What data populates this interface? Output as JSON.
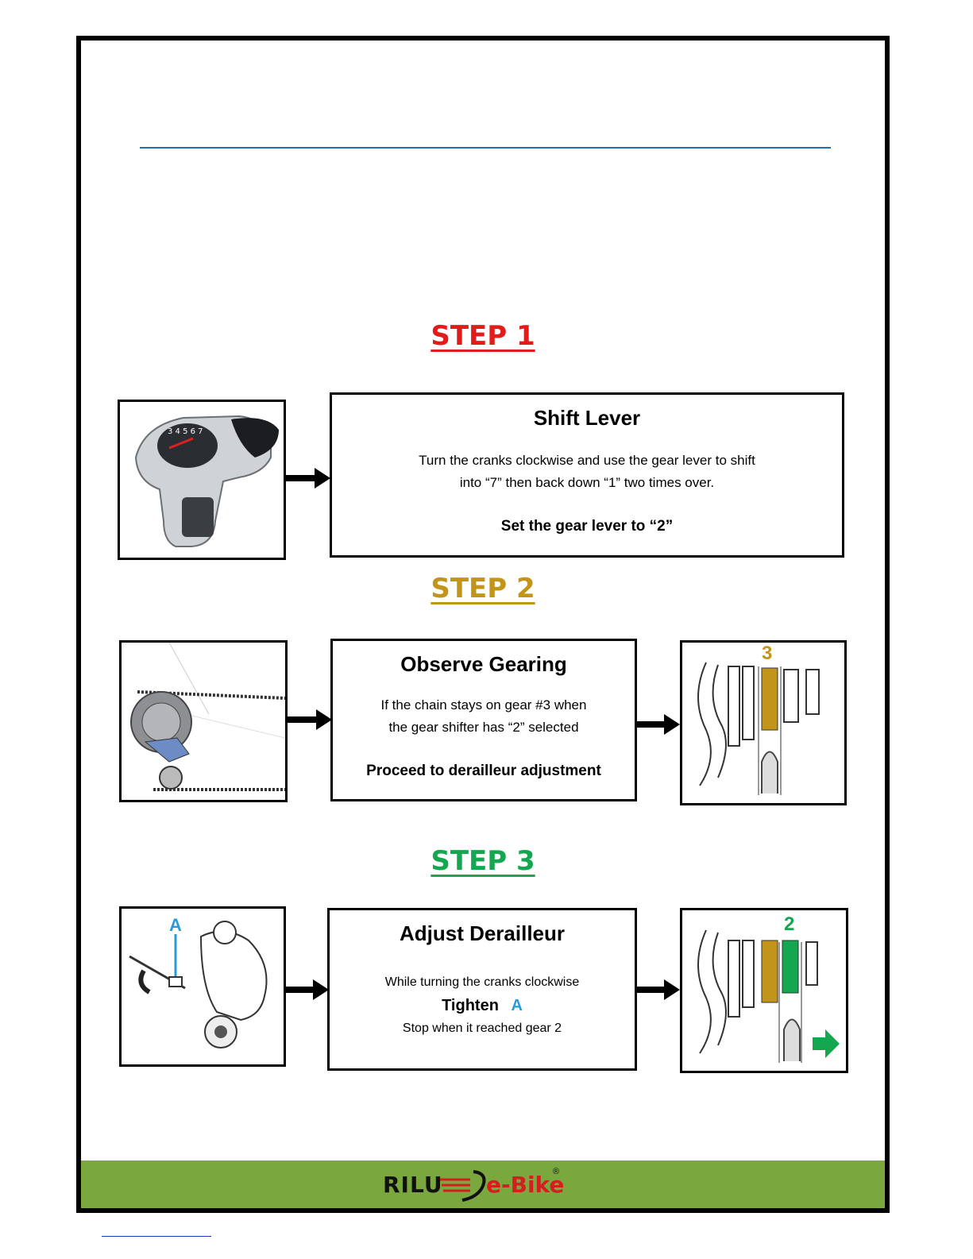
{
  "step1": {
    "title": "STEP 1",
    "color": "#e21b1b",
    "heading": "Shift Lever",
    "line1": "Turn the cranks clockwise and use the gear lever to shift",
    "line2": "into “7” then back down “1” two times over.",
    "bold": "Set the gear lever to “2”"
  },
  "step2": {
    "title": "STEP 2",
    "color": "#c2951a",
    "heading": "Observe Gearing",
    "line1": "If the chain stays on gear #3 when",
    "line2": "the gear shifter has “2” selected",
    "bold": "Proceed to derailleur adjustment",
    "gear_label": "3"
  },
  "step3": {
    "title": "STEP 3",
    "color": "#14a74f",
    "heading": "Adjust Derailleur",
    "line1": "While turning the cranks clockwise",
    "tighten": "Tighten",
    "tighten_target": "A",
    "line2": "Stop when it reached gear 2",
    "marker": "A",
    "gear_label": "2"
  },
  "footer": {
    "brand_left": "RILU",
    "brand_right": "e-Bike",
    "reg": "®",
    "color": "#7ba73f"
  }
}
